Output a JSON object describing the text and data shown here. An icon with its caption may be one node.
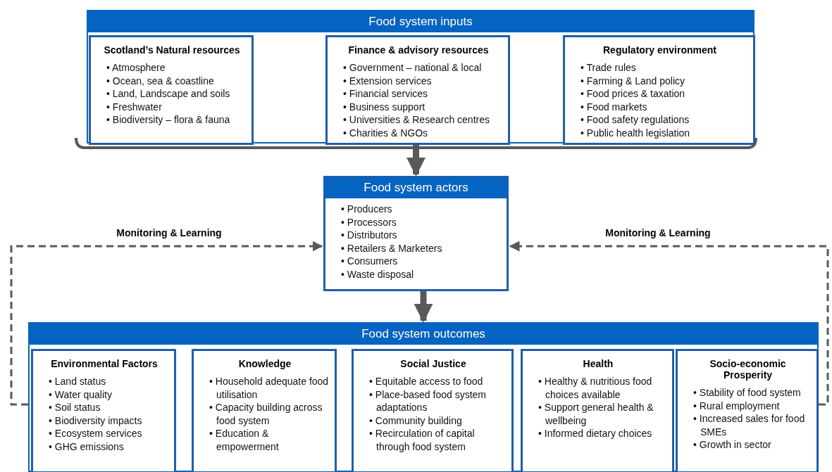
{
  "diagram": {
    "nodes": [
      {
        "text": [
          "Food system inputs"
        ]
      },
      {
        "text": [
          "Scotland’s Natural resources",
          "• Atmosphere",
          "• Ocean, sea & coastline",
          "• Land, Landscape and soils",
          "• Freshwater",
          "• Biodiversity – flora & fauna"
        ],
        "in": 0
      },
      {
        "text": [
          "Finance & advisory resources",
          "• Government – national & local",
          "• Extension services",
          "• Financial services",
          "• Business support",
          "• Universities & Research centres",
          "• Charities & NGOs"
        ],
        "in": 0
      },
      {
        "text": [
          "Regulatory environment",
          "• Trade rules",
          "• Farming & Land policy",
          "• Food prices & taxation",
          "• Food markets",
          "• Food safety regulations",
          "• Public health legislation"
        ],
        "in": 0
      },
      {
        "text": [
          "Food system actors",
          "• Producers",
          "• Processors",
          "• Distributors",
          "• Retailers & Marketers",
          "• Consumers",
          "• Waste disposal"
        ]
      },
      {
        "text": [
          "Food system outcomes"
        ]
      },
      {
        "text": [
          "Environmental Factors",
          "• Land status",
          "• Water quality",
          "• Soil status",
          "• Biodiversity impacts",
          "• Ecosystem services",
          "• GHG emissions"
        ],
        "in": 5
      },
      {
        "text": [
          "Knowledge",
          "• Household adequate food utilisation",
          "• Capacity building across food system",
          "• Education & empowerment"
        ],
        "in": 5
      },
      {
        "text": [
          "Social Justice",
          "• Equitable access to food",
          "• Place-based food system adaptations",
          "• Community building",
          "• Recirculation of capital through food system"
        ],
        "in": 5
      },
      {
        "text": [
          "Health",
          "• Healthy & nutritious food choices available",
          "• Support general health & wellbeing",
          "• Informed dietary choices"
        ],
        "in": 5
      },
      {
        "text": [
          "Socio-economic Prosperity",
          "• Stability of food system",
          "• Rural employment",
          "• Increased sales for food SMEs",
          "• Growth in sector"
        ],
        "in": 5
      }
    ],
    "edges": [
      {
        "from": 0,
        "to": 4,
        "arrow": "to",
        "style": "thick"
      },
      {
        "from": 4,
        "to": 5,
        "arrow": "to",
        "style": "thick"
      },
      {
        "from": 5,
        "to": 4,
        "arrow": "to",
        "style": "dashed",
        "label": "Monitoring & Learning"
      },
      {
        "from": 5,
        "to": 4,
        "arrow": "to",
        "style": "dashed",
        "label": "Monitoring & Learning"
      }
    ]
  }
}
